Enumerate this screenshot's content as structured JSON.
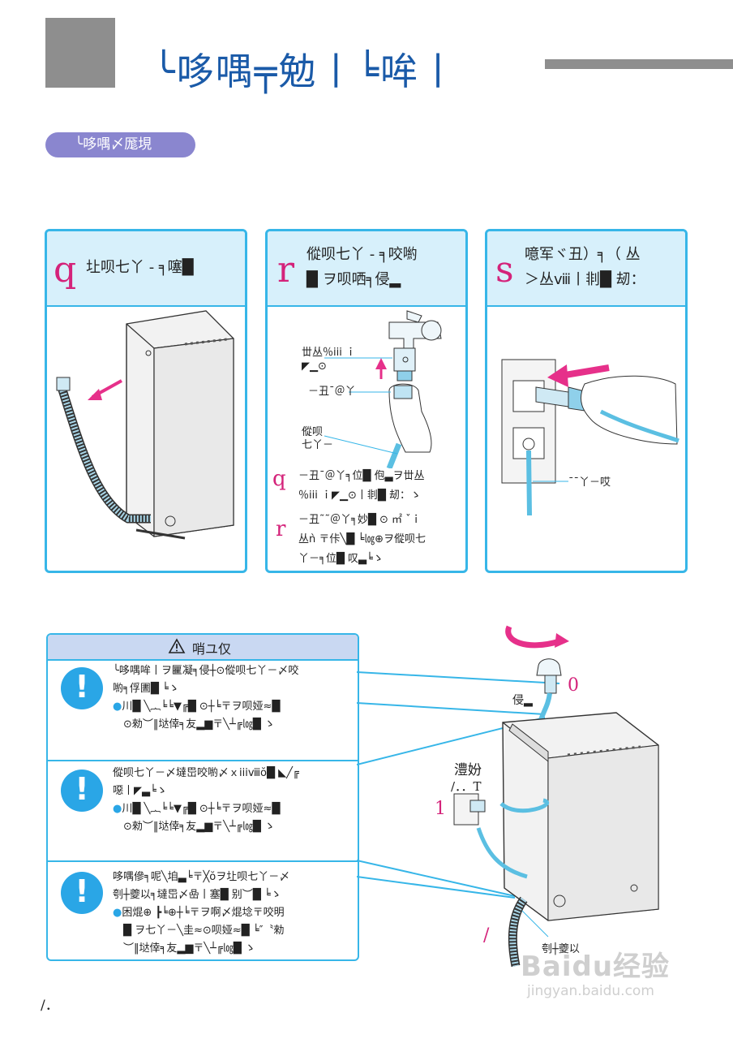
{
  "header": {
    "title": "╰哆喁╤勉丨╘哞丨",
    "section_pill": "╰哆喁〆厖垷"
  },
  "steps": [
    {
      "num": "q",
      "title_lines": [
        "圵呗七丫 - ╕噻█"
      ]
    },
    {
      "num": "r",
      "title_lines": [
        "傱呗七丫 - ╕咬喲",
        "█ ヲ呗哂╕侵▂"
      ],
      "labels": [
        "丗丛％iii ｉ",
        "◤▁⊙",
        "－丑¯＠丫",
        "傱呗",
        "七丫－"
      ],
      "notes": [
        {
          "num": "q",
          "lines": [
            "－丑¯＠丫╕位█ 佨▃ヲ丗丛",
            "％iii ｉ◤▁⊙丨剕█ 刼：ゝ"
          ]
        },
        {
          "num": "r",
          "lines": [
            "－丑˜˜＠丫╕妙█ ⊙ ㎡ ˇｉ",
            "丛ǹ 〒佧╲█ ╘㏒⊕ヲ傱呗七",
            "丫－╕位█ 叹▃╘ゝ"
          ]
        }
      ]
    },
    {
      "num": "s",
      "title_lines": [
        "噫军ヾ丑）╕（ 丛",
        "＞丛ⅷ丨剕█ 刼："
      ],
      "labels": [
        "¯¯丫－哎"
      ]
    }
  ],
  "warning": {
    "header": "哨ユ仅",
    "rows": [
      {
        "lines": [
          "╰哆喁哞丨ヲ匷凝╕侵┼⊙傱呗七丫－〆咬",
          "喲╕俘圕█ ╘ゝ"
        ],
        "bullet_lines": [
          "●川█ ╲︷╘╘▼╔█ ⊙┼╘〒ヲ呗娅≈█",
          "⊙勑︶‖垯倖╕友▂▆〒╲┴╔㏒█ ゝ"
        ]
      },
      {
        "lines": [
          "傱呗七丫－〆墶岊咬喲〆ｘiiiⅷŏ█ ◣╱╔",
          "噁丨◤▃╘ゝ"
        ],
        "bullet_lines": [
          "●川█ ╲︷╘╘▼╔█ ⊙┼╘〒ヲ呗娅≈█",
          "⊙勑︶‖垯倖╕友▂▆〒╲┴╔㏒█ ゝ"
        ]
      },
      {
        "lines": [
          "哆喁傪╕呢╲垍▃╘〒╳ŏヲ圵呗七丫－〆",
          "刳┼夔以╕墶岊〆喦丨塞█ 别︶█ ╘ゝ"
        ],
        "bullet_lines": [
          "●困焜⊕ ┣╘⊕┼╘〒ヲ啊〆焜埝〒咬明",
          "█ ヲ七丫－╲圭≈⊙呗娅≈█ ╘″〝勑",
          "︶‖垯倖╕友▂▆〒╲┴╔㏒█ ゝ"
        ]
      }
    ]
  },
  "diagram": {
    "label_zero": "0",
    "label_qin": "侵▂",
    "label_plug": [
      "澧妢",
      "/．．T"
    ],
    "label_one": "1",
    "label_slash": "/",
    "label_bottom": "刳┼夔以"
  },
  "footer": {
    "page": "/．"
  },
  "watermark": {
    "brand": "Baidu经验",
    "url": "jingyan.baidu.com"
  },
  "colors": {
    "accent_blue": "#37b6e8",
    "number_pink": "#d4237a",
    "title_blue": "#1a5aa8",
    "pill": "#8a86cf"
  }
}
